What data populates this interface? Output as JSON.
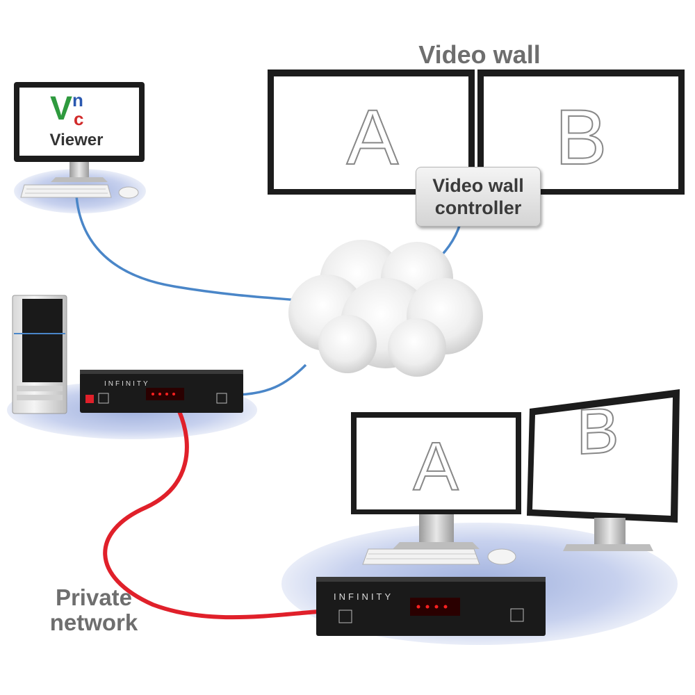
{
  "labels": {
    "video_wall": "Video wall",
    "controller_line1": "Video wall",
    "controller_line2": "controller",
    "private_line1": "Private",
    "private_line2": "network",
    "vnc_logo": "VNC",
    "vnc_viewer": "Viewer",
    "screen_a": "A",
    "screen_b": "B",
    "device_brand": "INFINITY"
  },
  "colors": {
    "network_cable": "#4a86c8",
    "private_cable": "#e0202a",
    "vnc_v": "#2e9a3e",
    "vnc_n": "#2a58b0",
    "vnc_c": "#d12a2a"
  }
}
